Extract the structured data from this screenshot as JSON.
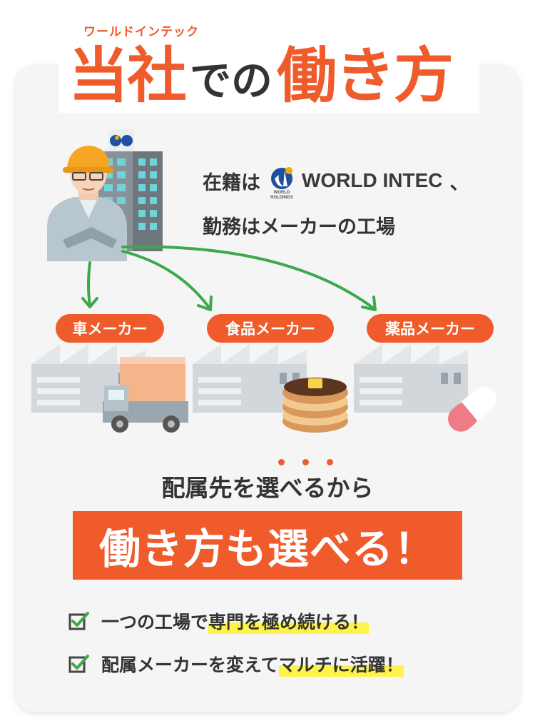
{
  "header": {
    "kicker": "ワールドインテック",
    "title_part1": "当社",
    "title_part2": "での",
    "title_part3": "働き方"
  },
  "intro": {
    "line1_prefix": "在籍は",
    "logo_text": "WORLD INTEC",
    "logo_sub": "WORLD HOLDINGS",
    "line1_suffix": "、",
    "line2": "勤務はメーカーの工場"
  },
  "makers": [
    {
      "label": "車メーカー"
    },
    {
      "label": "食品メーカー"
    },
    {
      "label": "薬品メーカー"
    }
  ],
  "middle": {
    "text": "配属先を選べるから"
  },
  "banner": {
    "text": "働き方も選べる！"
  },
  "checks": [
    {
      "plain": "一つの工場で",
      "highlight": "専門を極め続ける！"
    },
    {
      "plain": "配属メーカーを変えて",
      "highlight": "マルチに活躍！"
    }
  ],
  "colors": {
    "accent": "#ef5b2b",
    "text": "#333333",
    "arrow": "#3ea84c",
    "highlight": "#fdf34a",
    "card": "#f5f5f5"
  }
}
